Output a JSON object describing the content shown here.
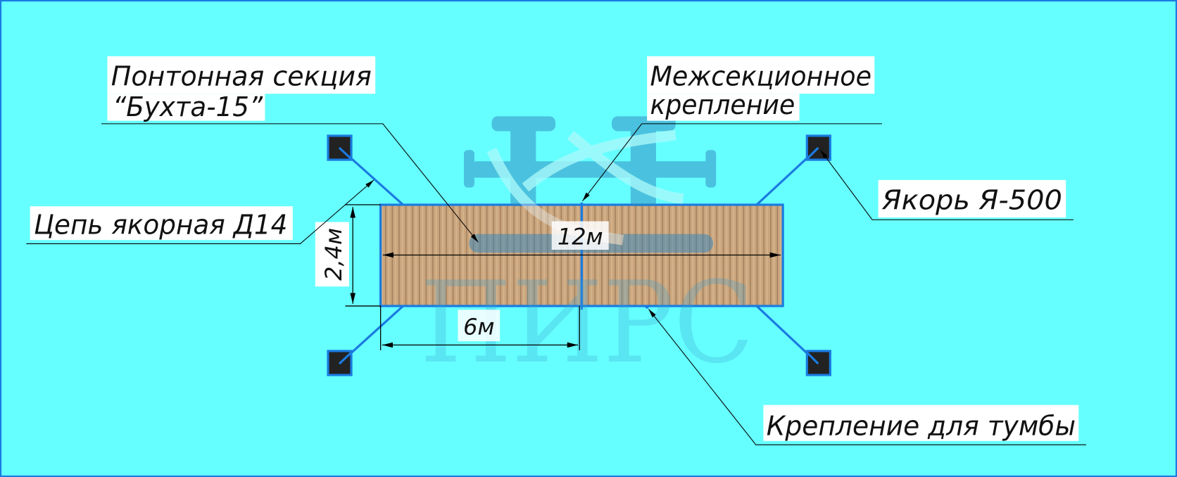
{
  "labels": {
    "pontoon_line1": "Понтонная секция",
    "pontoon_line2": "“Бухта-15”",
    "joint_line1": "Межсекционное",
    "joint_line2": "крепление",
    "anchor": "Якорь Я-500",
    "chain": "Цепь якорная Д14",
    "bollard_mount": "Крепление для тумбы"
  },
  "dimensions": {
    "length": "12м",
    "width": "2,4м",
    "section": "6м"
  },
  "watermark": "ПИРС",
  "colors": {
    "water": "#66ffff",
    "outline": "#1a7be0",
    "anchor": "#222222",
    "wood": "#c9a47c"
  }
}
